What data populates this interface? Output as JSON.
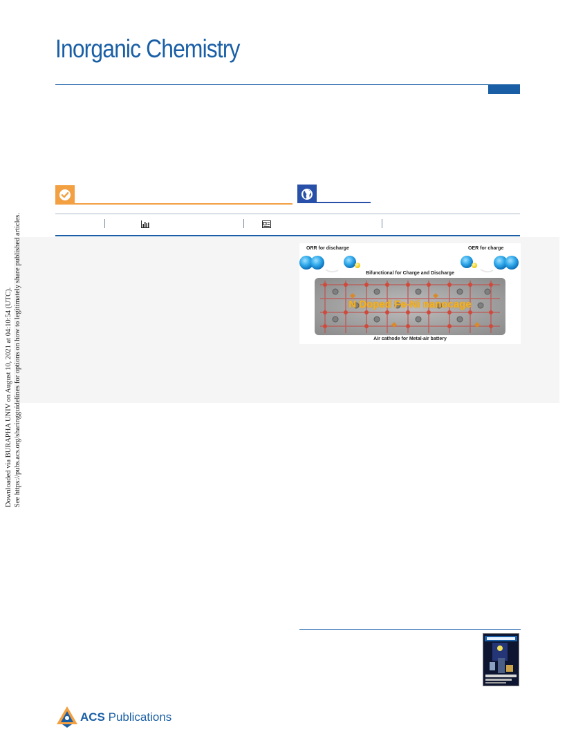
{
  "journal": {
    "title": "Inorganic Chemistry"
  },
  "side_notice": {
    "line1": "Downloaded via BURAPHA UNIV on August 10, 2021 at 04:10:54 (UTC).",
    "line2": "See https://pubs.acs.org/sharingguidelines for options on how to legitimately share published articles."
  },
  "toc_graphic": {
    "orr_label": "ORR for discharge",
    "oer_label": "OER for charge",
    "bifunctional_label": "Bifunctional for Charge and Discharge",
    "cage_label": "N Doped Fe-Ni nanocage",
    "cathode_label": "Air cathode for Metal-air battery"
  },
  "footer": {
    "publisher_brand": "ACS",
    "publisher_word": " Publications"
  },
  "colors": {
    "brand_blue": "#1a5fa6",
    "open_access_orange": "#f2a041",
    "world_blue": "#2950a8",
    "abstract_bg": "#f5f5f5"
  },
  "icons": [
    "open-access-check-icon",
    "globe-icon",
    "metrics-bar-chart-icon",
    "recommendations-icon",
    "acs-logo-icon"
  ]
}
